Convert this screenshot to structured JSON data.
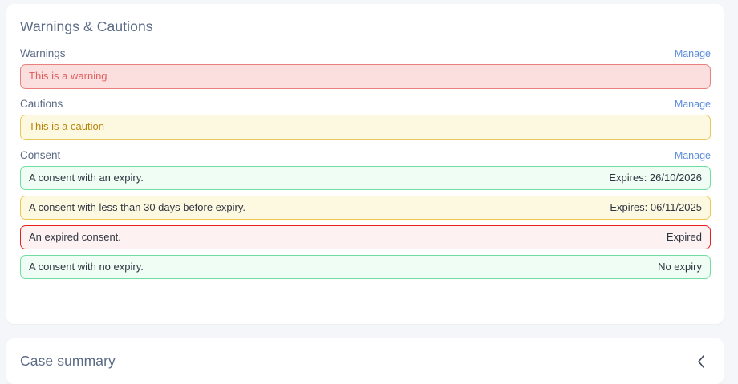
{
  "warnings_card": {
    "title": "Warnings & Cautions",
    "sections": [
      {
        "label": "Warnings",
        "manage_label": "Manage",
        "alert_text": "This is a warning"
      },
      {
        "label": "Cautions",
        "manage_label": "Manage",
        "alert_text": "This is a caution"
      }
    ],
    "consent": {
      "label": "Consent",
      "manage_label": "Manage",
      "rows": [
        {
          "text": "A consent with an expiry.",
          "meta": "Expires: 26/10/2026",
          "status": "valid"
        },
        {
          "text": "A consent with less than 30 days before expiry.",
          "meta": "Expires: 06/11/2025",
          "status": "expiring"
        },
        {
          "text": "An expired consent.",
          "meta": "Expired",
          "status": "expired"
        },
        {
          "text": "A consent with no expiry.",
          "meta": "No expiry",
          "status": "valid"
        }
      ]
    }
  },
  "summary_card": {
    "title": "Case summary",
    "collapse_icon": "chevron-left-icon"
  },
  "colors": {
    "page_background": "#f4f6f9",
    "card_background": "#ffffff",
    "title_text": "#5b6b86",
    "label_text": "#5a6a85",
    "link": "#5b8cdb",
    "warning_border": "#e98080",
    "warning_background": "#fbdede",
    "warning_text": "#e0605f",
    "caution_border": "#e9c65c",
    "caution_background": "#fdf8e0",
    "caution_text": "#b8860b",
    "consent_valid_border": "#6edfa0",
    "consent_valid_background": "#effdf4",
    "consent_expiring_border": "#ecc74f",
    "consent_expiring_background": "#fdf8e0",
    "consent_expired_border": "#e62020",
    "consent_expired_background": "#fdf1f1",
    "consent_text": "#2f3640"
  }
}
